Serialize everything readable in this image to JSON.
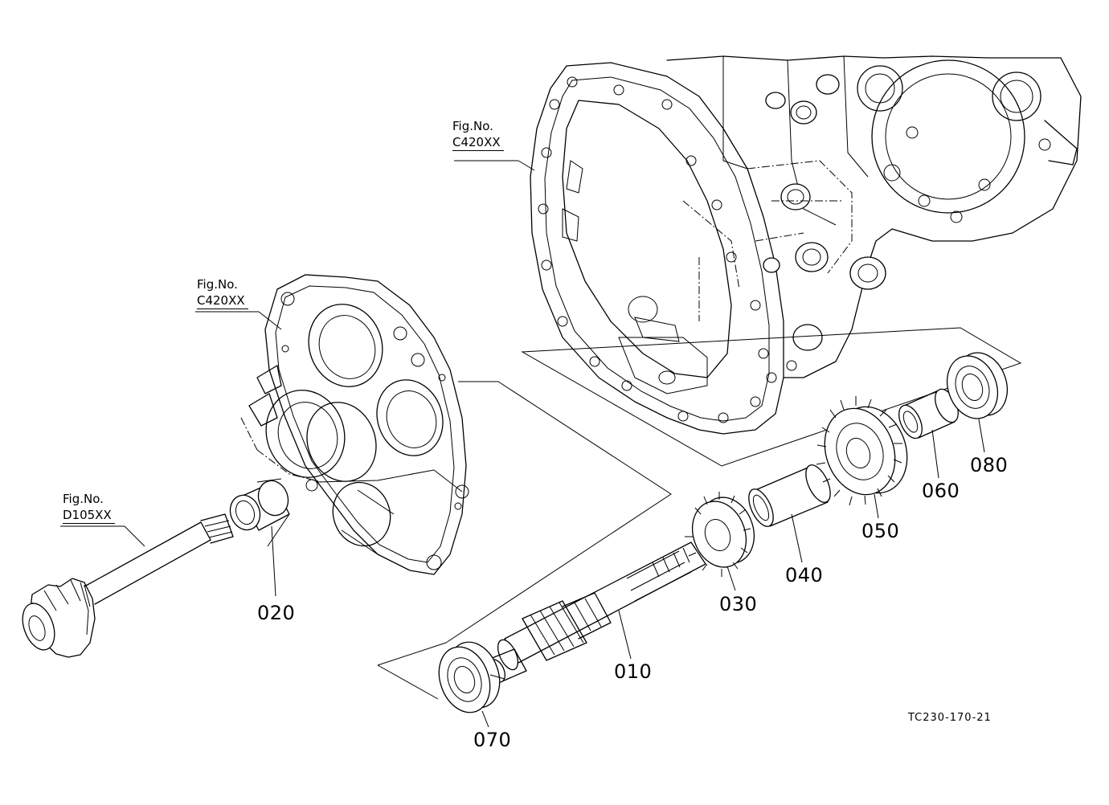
{
  "figure_refs": [
    {
      "line1": "Fig.No.",
      "line2": "C420XX"
    },
    {
      "line1": "Fig.No.",
      "line2": "C420XX"
    },
    {
      "line1": "Fig.No.",
      "line2": "D105XX"
    }
  ],
  "parts": [
    {
      "number": "010"
    },
    {
      "number": "020"
    },
    {
      "number": "030"
    },
    {
      "number": "040"
    },
    {
      "number": "050"
    },
    {
      "number": "060"
    },
    {
      "number": "070"
    },
    {
      "number": "080"
    }
  ],
  "drawing_code": "TC230-170-21"
}
